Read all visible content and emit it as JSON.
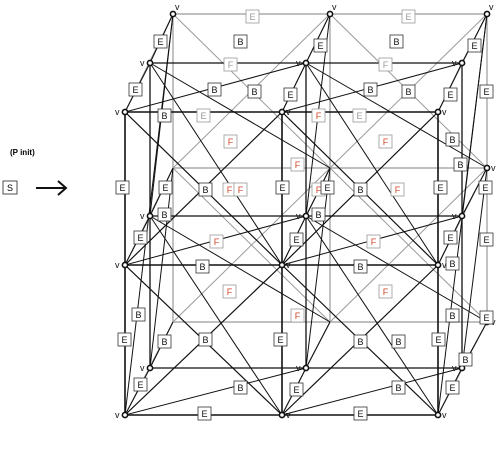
{
  "initial": {
    "caption": "(P init)",
    "start_label": "S"
  },
  "labels": {
    "vertex": "v",
    "edge": "E",
    "body": "B",
    "face": "F"
  },
  "colors": {
    "ink": "#111111",
    "grey": "#9a9a9a",
    "face_text": "#d2472a",
    "box_fill": "#ffffff"
  }
}
